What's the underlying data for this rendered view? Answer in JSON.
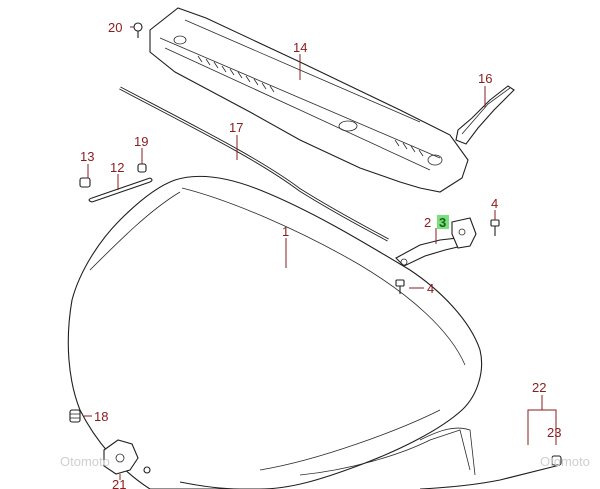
{
  "watermark": "Otomoto",
  "callouts": {
    "p1": "1",
    "p2": "2",
    "p3": "3",
    "p4a": "4",
    "p4b": "4",
    "p12": "12",
    "p13": "13",
    "p14": "14",
    "p16": "16",
    "p17": "17",
    "p18": "18",
    "p19": "19",
    "p20": "20",
    "p21": "21",
    "p22": "22",
    "p23": "23"
  },
  "highlight_color": "#7be07b",
  "callout_color": "#8a1c1c"
}
